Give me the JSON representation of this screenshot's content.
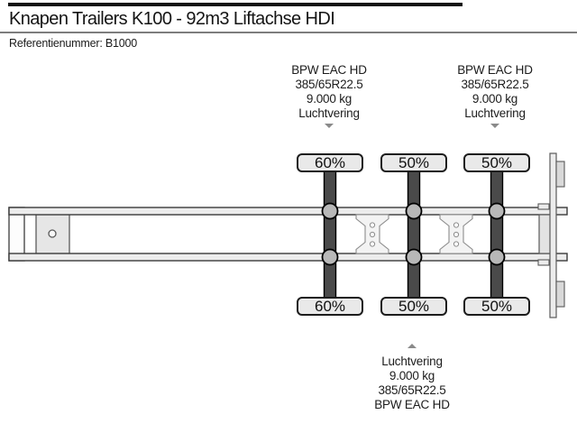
{
  "header": {
    "title": "Knapen Trailers K100 - 92m3 Liftachse HDI",
    "reference": "Referentienummer: B1000"
  },
  "spec_blocks": {
    "top_left": {
      "lines": [
        "BPW EAC HD",
        "385/65R22.5",
        "9.000 kg",
        "Luchtvering"
      ],
      "points_to": "axle-1"
    },
    "top_right": {
      "lines": [
        "BPW EAC HD",
        "385/65R22.5",
        "9.000 kg",
        "Luchtvering"
      ],
      "points_to": "axle-3"
    },
    "bottom": {
      "lines": [
        "Luchtvering",
        "9.000 kg",
        "385/65R22.5",
        "BPW EAC HD"
      ],
      "points_to": "axle-2"
    }
  },
  "axles": [
    {
      "top_label": "60%",
      "bottom_label": "60%"
    },
    {
      "top_label": "50%",
      "bottom_label": "50%"
    },
    {
      "top_label": "50%",
      "bottom_label": "50%"
    }
  ],
  "colors": {
    "axle_beam": "#4a4a4a",
    "hub": "#b8b8b8",
    "frame_fill": "#ececec",
    "frame_outline": "#3a3a3a",
    "tire_fill": "#e9e9e9",
    "arrow": "#8a8a8a",
    "accent_bar": "#111111"
  }
}
